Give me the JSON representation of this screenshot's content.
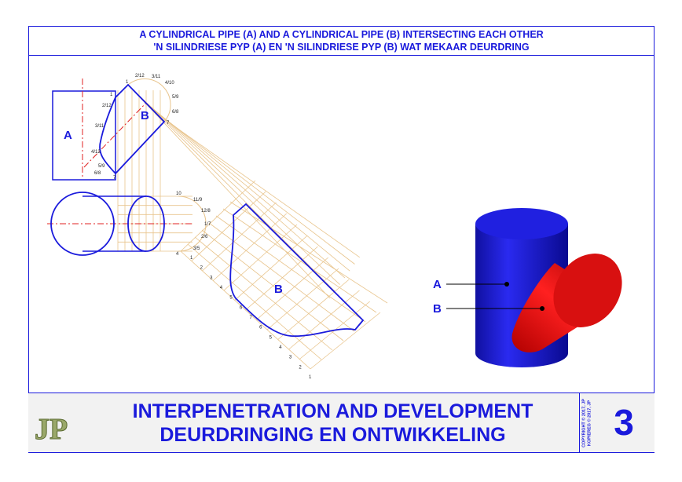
{
  "header": {
    "line1": "A CYLINDRICAL PIPE (A) AND A CYLINDRICAL PIPE (B) INTERSECTING EACH OTHER",
    "line2": "'N SILINDRIESE PYP (A) EN 'N SILINDRIESE PYP (B) WAT MEKAAR DEURDRING"
  },
  "drawing": {
    "label_a": "A",
    "label_b": "B",
    "dev_label_b": "B",
    "top_arc_labels": [
      "1",
      "2/12",
      "3/11",
      "4/10",
      "5/9",
      "6/8",
      "7"
    ],
    "side_labels": [
      "1",
      "2/12",
      "3/11",
      "4/12",
      "5/9",
      "6/8",
      "7"
    ],
    "front_arc_labels": [
      "10",
      "11/9",
      "12/8",
      "1/7",
      "2/6",
      "3/5",
      "4"
    ],
    "dev_labels": [
      "1",
      "2",
      "3",
      "4",
      "5",
      "6",
      "7",
      "6",
      "5",
      "4",
      "3",
      "2",
      "1"
    ],
    "colors": {
      "outline": "#1a1adc",
      "construction": "#e8c48c",
      "centerline": "#e02020",
      "pipe_a": "#1a1ae6",
      "pipe_b": "#e01010"
    }
  },
  "pictorial": {
    "label_a": "A",
    "label_b": "B"
  },
  "footer": {
    "logo_text": "JP",
    "title_en": "INTERPENETRATION AND DEVELOPMENT",
    "title_af": "DEURDRINGING EN ONTWIKKELING",
    "copyright_1": "COPYRIGHT © 2017, JP",
    "copyright_2": "KOPIEREG © 2017, JP",
    "sheet_number": "3"
  }
}
